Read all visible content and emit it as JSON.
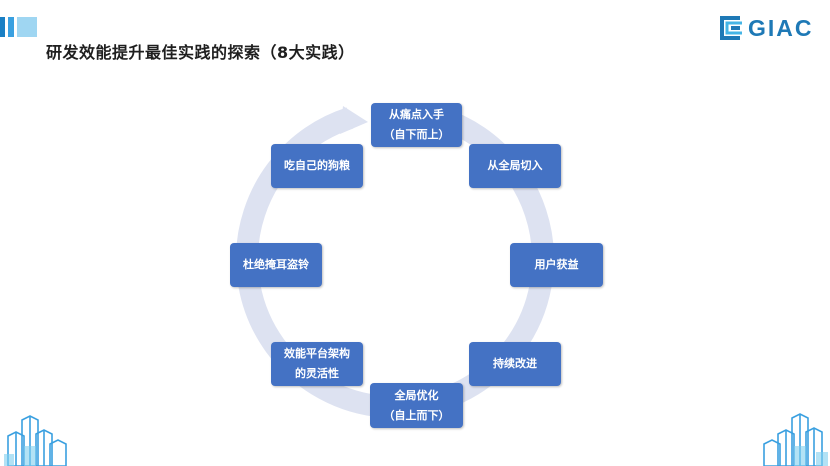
{
  "header": {
    "title": "研发效能提升最佳实践的探索（8大实践）",
    "logo_text": "GIAC"
  },
  "diagram": {
    "nodes": [
      {
        "line1": "从痛点入手",
        "line2": "（自下而上）"
      },
      {
        "line1": "从全局切入",
        "line2": ""
      },
      {
        "line1": "用户获益",
        "line2": ""
      },
      {
        "line1": "持续改进",
        "line2": ""
      },
      {
        "line1": "全局优化",
        "line2": "（自上而下）"
      },
      {
        "line1": "效能平台架构",
        "line2": "的灵活性"
      },
      {
        "line1": "杜绝掩耳盗铃",
        "line2": ""
      },
      {
        "line1": "吃自己的狗粮",
        "line2": ""
      }
    ]
  },
  "colors": {
    "node_fill": "#4472c4",
    "cycle_arrow": "#d9def0",
    "title_text": "#1f1f1f",
    "logo": "#1e79b6"
  },
  "icons": {
    "logo": "giac-logo-icon",
    "decoration": "building-cluster-icon"
  }
}
